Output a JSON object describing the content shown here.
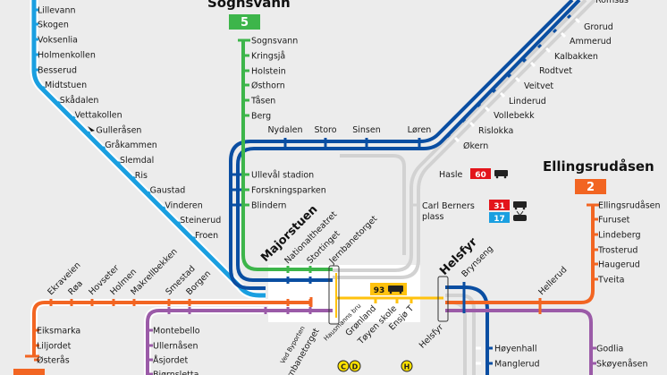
{
  "titles": {
    "sognsvann": "Sognsvann",
    "ellingsrudasen": "Ellingsrudåsen",
    "majorstuen": "Majorstuen",
    "helsfyr": "Helsfyr"
  },
  "badges": {
    "line5": "5",
    "line2": "2",
    "bus60": "60",
    "bus31": "31",
    "tram17": "17",
    "bus93": "93",
    "metro_c": "C",
    "metro_d": "D",
    "metro_h": "H"
  },
  "colors": {
    "line1": "#1a9fe0",
    "line5": "#3db54a",
    "line2": "#f26522",
    "line3": "#0a4ea2",
    "purple": "#9b5ba8",
    "bus93": "#ffc20e",
    "gray": "#d2d2d2",
    "red": "#e3141b"
  },
  "stations": {
    "holmenkollen_vertical": [
      "Lillevann",
      "Skogen",
      "Voksenlia",
      "Holmenkollen",
      "Besserud"
    ],
    "holmenkollen_diagonal": [
      "Midtstuen",
      "Skådalen",
      "Vettakollen",
      "Gulleråsen",
      "Gråkammen",
      "Slemdal",
      "Ris",
      "Gaustad",
      "Vinderen",
      "Steinerud",
      "Froen"
    ],
    "sognsvann": [
      "Sognsvann",
      "Kringsjå",
      "Holstein",
      "Østhorn",
      "Tåsen",
      "Berg",
      "Ullevål stadion",
      "Forskningsparken",
      "Blindern"
    ],
    "ring": [
      "Nydalen",
      "Storo",
      "Sinsen",
      "Løren"
    ],
    "grorud": [
      "Romsås",
      "Grorud",
      "Ammerud",
      "Kalbakken",
      "Rodtvet",
      "Veitvet",
      "Linderud",
      "Vollebekk",
      "Rislokka",
      "Økern"
    ],
    "hasle": "Hasle",
    "carl_berners": [
      "Carl Berners",
      "plass"
    ],
    "ellingsrudasen": [
      "Ellingsrudåsen",
      "Furuset",
      "Lindeberg",
      "Trosterud",
      "Haugerud",
      "Tveita"
    ],
    "kolsas_rotated": [
      "Ekraveien",
      "Røa",
      "Hovseter",
      "Holmen",
      "Makrellbekken",
      "Smestad",
      "Borgen"
    ],
    "osteras": [
      "Eiksmarka",
      "Liljordet",
      "Østerås"
    ],
    "kolsas": [
      "Montebello",
      "Ullernåsen",
      "Åsjordet",
      "Bjørnsletta"
    ],
    "center_rotated": [
      "Nationaltheatret",
      "Stortinget",
      "Jernbanetorget",
      "Brynseng",
      "Hellerud"
    ],
    "bus93_stops": [
      "Jernbanetorget",
      "Grønland",
      "Tøyen skole",
      "Ensjø T",
      "Helsfyr"
    ],
    "bus93_subs": [
      "Ved Byporten",
      "Hausmanns bru"
    ],
    "southeast_blue": [
      "Høyenhall",
      "Manglerud"
    ],
    "southeast_purple": [
      "Godlia",
      "Skøyenåsen"
    ]
  }
}
